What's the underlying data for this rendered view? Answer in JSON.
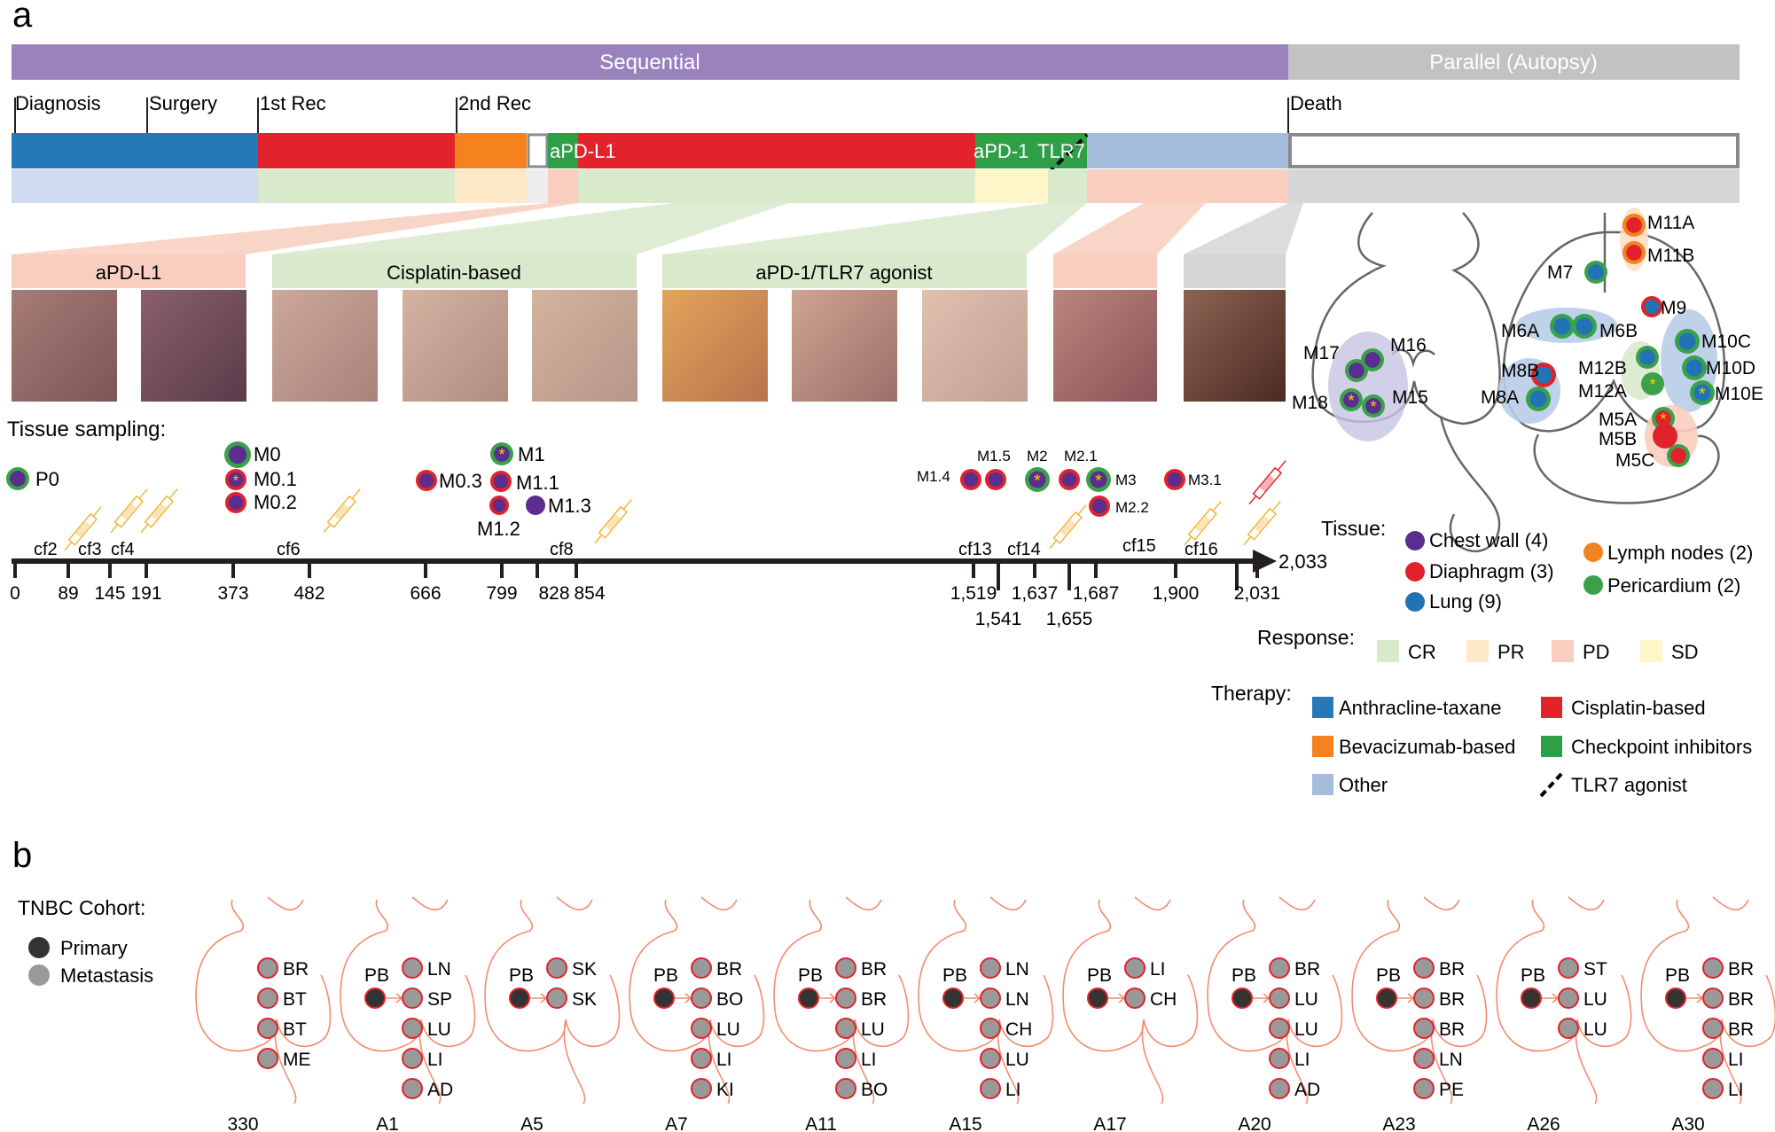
{
  "panels": {
    "a": "a",
    "b": "b"
  },
  "header": {
    "sequential": "Sequential",
    "parallel": "Parallel (Autopsy)"
  },
  "milestones": [
    "Diagnosis",
    "Surgery",
    "1st Rec",
    "2nd Rec",
    "Death"
  ],
  "therapy_bar_labels": {
    "apdl1": "aPD-L1",
    "apd1": "aPD-1",
    "tlr7": "TLR7"
  },
  "photo_groups": [
    "aPD-L1",
    "Cisplatin-based",
    "aPD-1/TLR7 agonist"
  ],
  "tissue_sampling_title": "Tissue sampling:",
  "samples": [
    "P0",
    "M0",
    "M0.1",
    "M0.2",
    "M0.3",
    "M1",
    "M1.1",
    "M1.2",
    "M1.3",
    "M1.4",
    "M1.5",
    "M2",
    "M2.1",
    "M2.2",
    "M3",
    "M3.1"
  ],
  "cfdna": [
    "cf2",
    "cf3",
    "cf4",
    "cf6",
    "cf8",
    "cf13",
    "cf14",
    "cf15",
    "cf16"
  ],
  "days_top": [
    "0",
    "89",
    "145",
    "191",
    "373",
    "482",
    "666",
    "799",
    "828",
    "854",
    "1,519",
    "1,637",
    "1,687",
    "1,900",
    "2,031"
  ],
  "days_bottom": [
    "1,541",
    "1,655"
  ],
  "axis_end": "2,033",
  "autopsy_labels": [
    "M17",
    "M16",
    "M18",
    "M15",
    "M11A",
    "M11B",
    "M7",
    "M9",
    "M6A",
    "M6B",
    "M10C",
    "M8B",
    "M12B",
    "M10D",
    "M8A",
    "M12A",
    "M10E",
    "M5A",
    "M5B",
    "M5C"
  ],
  "legend": {
    "tissue_title": "Tissue:",
    "tissue": [
      {
        "label": "Chest wall (4)",
        "color": "#5b2d8e"
      },
      {
        "label": "Diaphragm (3)",
        "color": "#e0232a"
      },
      {
        "label": "Lung (9)",
        "color": "#2272b6"
      },
      {
        "label": "Lymph nodes (2)",
        "color": "#f08422"
      },
      {
        "label": "Pericardium (2)",
        "color": "#3aa14a"
      }
    ],
    "response_title": "Response:",
    "response": [
      {
        "label": "CR",
        "color": "#d8e9cc"
      },
      {
        "label": "PR",
        "color": "#fde9c8"
      },
      {
        "label": "PD",
        "color": "#f9cebe"
      },
      {
        "label": "SD",
        "color": "#fdf6c8"
      }
    ],
    "therapy_title": "Therapy:",
    "therapy": [
      {
        "label": "Anthracline-taxane",
        "color": "#2579b9"
      },
      {
        "label": "Cisplatin-based",
        "color": "#e3232c"
      },
      {
        "label": "Bevacizumab-based",
        "color": "#f5821f"
      },
      {
        "label": "Checkpoint inhibitors",
        "color": "#2e9e47"
      },
      {
        "label": "Other",
        "color": "#a6bcdd"
      },
      {
        "label": "TLR7 agonist",
        "color": "#000000"
      }
    ]
  },
  "colors": {
    "sequential": "#9a82bd",
    "parallel": "#c3c2c2",
    "silhouette_b": "#f28c6e"
  },
  "cohort": {
    "title": "TNBC Cohort:",
    "legend": [
      {
        "label": "Primary",
        "color": "#333333"
      },
      {
        "label": "Metastasis",
        "color": "#999999"
      }
    ],
    "patients": [
      {
        "id": "330",
        "pb": false,
        "sites": [
          "BR",
          "BT",
          "BT",
          "ME"
        ]
      },
      {
        "id": "A1",
        "pb": true,
        "sites": [
          "LN",
          "SP",
          "LU",
          "LI",
          "AD"
        ]
      },
      {
        "id": "A5",
        "pb": true,
        "sites": [
          "SK",
          "SK"
        ]
      },
      {
        "id": "A7",
        "pb": true,
        "sites": [
          "BR",
          "BO",
          "LU",
          "LI",
          "KI"
        ]
      },
      {
        "id": "A11",
        "pb": true,
        "sites": [
          "BR",
          "BR",
          "LU",
          "LI",
          "BO"
        ]
      },
      {
        "id": "A15",
        "pb": true,
        "sites": [
          "LN",
          "LN",
          "CH",
          "LU",
          "LI"
        ]
      },
      {
        "id": "A17",
        "pb": true,
        "sites": [
          "LI",
          "CH"
        ]
      },
      {
        "id": "A20",
        "pb": true,
        "sites": [
          "BR",
          "LU",
          "LU",
          "LI",
          "AD"
        ]
      },
      {
        "id": "A23",
        "pb": true,
        "sites": [
          "BR",
          "BR",
          "BR",
          "LN",
          "PE"
        ]
      },
      {
        "id": "A26",
        "pb": true,
        "sites": [
          "ST",
          "LU",
          "LU"
        ]
      },
      {
        "id": "A30",
        "pb": true,
        "sites": [
          "BR",
          "BR",
          "BR",
          "LI",
          "LI"
        ]
      }
    ],
    "pb_label": "PB"
  }
}
